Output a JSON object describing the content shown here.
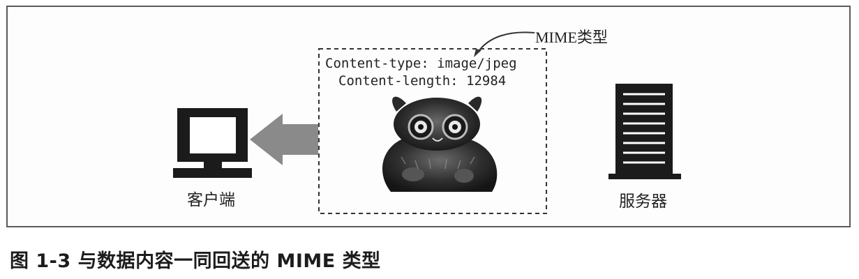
{
  "diagram": {
    "mime_label": "MIME类型",
    "header_content_type": "Content-type: image/jpeg",
    "header_content_length": "Content-length: 12984",
    "client_label": "客户端",
    "server_label": "服务器",
    "image_subject": "tarsier-photo"
  },
  "caption": "图 1-3   与数据内容一同回送的 MIME 类型"
}
